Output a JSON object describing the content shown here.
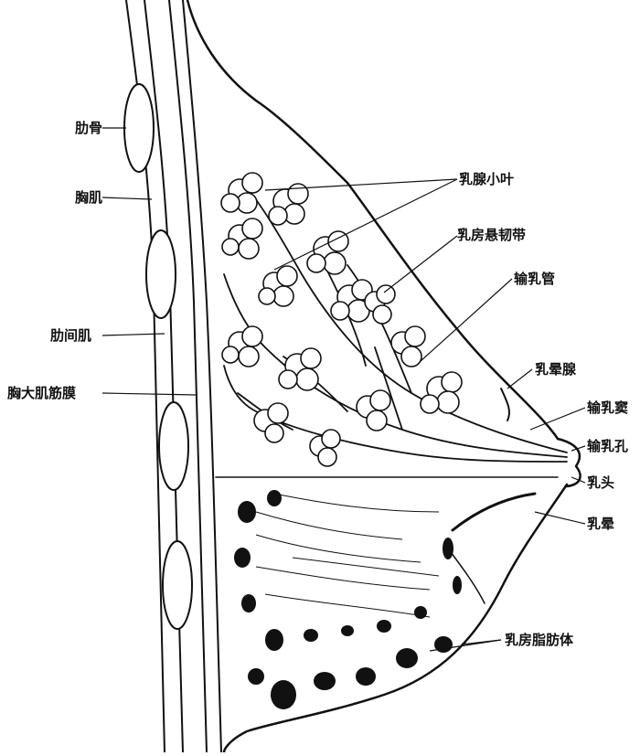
{
  "diagram": {
    "labels": {
      "rib": "肋骨",
      "pectoral_muscle": "胸肌",
      "intercostal_muscle": "肋间肌",
      "pectoralis_major_fascia": "胸大肌筋膜",
      "lobules": "乳腺小叶",
      "suspensory_ligament": "乳房悬韧带",
      "lactiferous_duct": "输乳管",
      "areolar_gland": "乳晕腺",
      "lactiferous_sinus": "输乳窦",
      "duct_pore": "输乳孔",
      "nipple": "乳头",
      "areola": "乳晕",
      "fat_tissue": "乳房脂肪体"
    },
    "colors": {
      "ink": "#111111",
      "paper": "#ffffff"
    }
  }
}
